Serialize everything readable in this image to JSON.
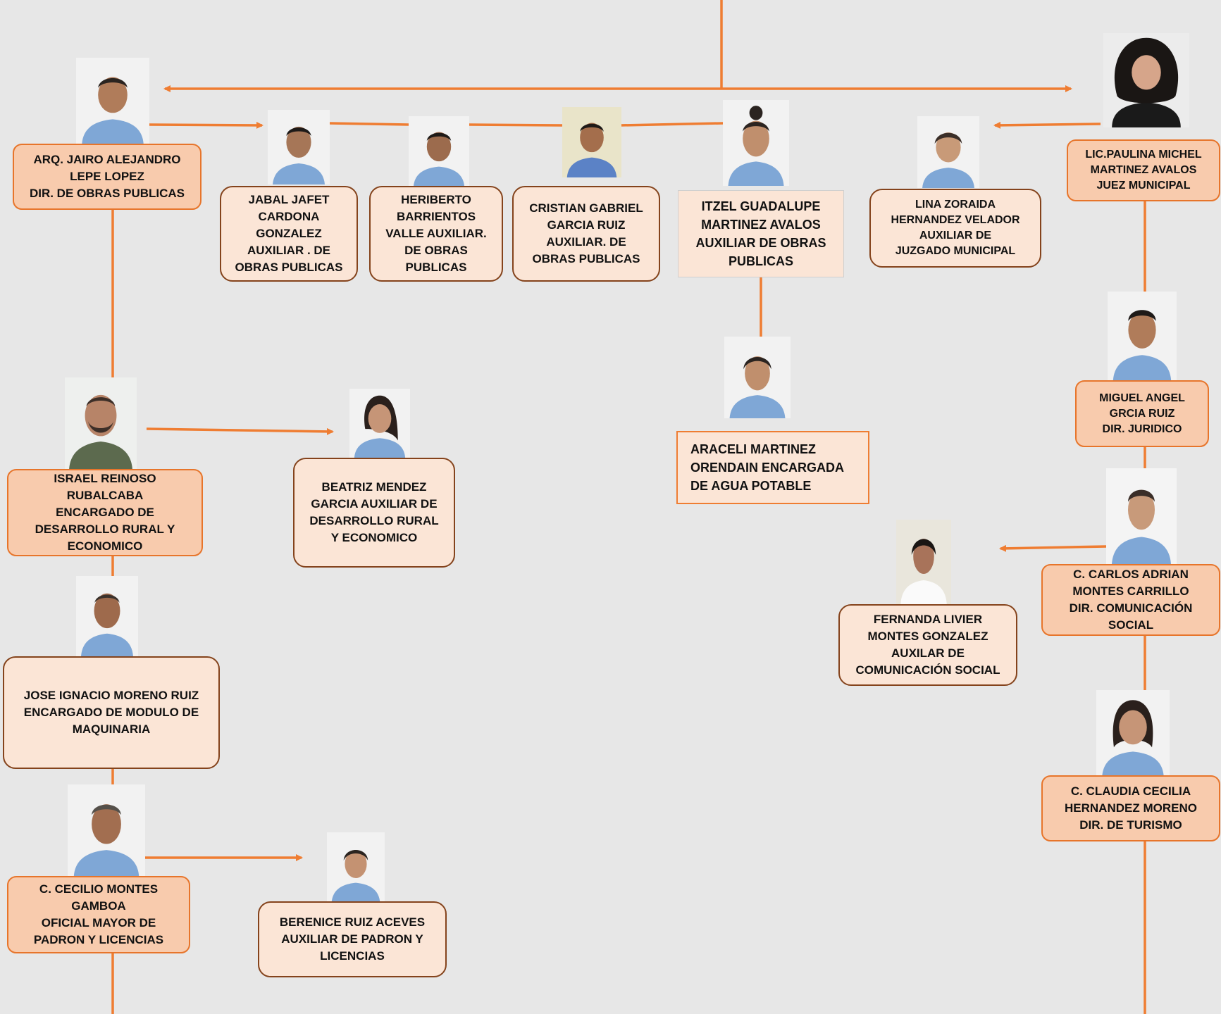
{
  "colors": {
    "connector": "#ef7d32",
    "box_fill_strong": "#f8cbad",
    "box_fill_light": "#fbe5d6",
    "box_border_orange": "#e7752b",
    "box_border_brown": "#84431c",
    "background": "#e7e7e7"
  },
  "people": {
    "jairo": {
      "label": "ARQ. JAIRO ALEJANDRO\nLEPE LOPEZ\nDIR. DE OBRAS PUBLICAS",
      "photo_icon": "person-photo-icon"
    },
    "jabal": {
      "label": "JABAL JAFET\nCARDONA\nGONZALEZ\nAUXILIAR . DE\nOBRAS PUBLICAS",
      "photo_icon": "person-photo-icon"
    },
    "heriberto": {
      "label": "HERIBERTO\nBARRIENTOS\nVALLE AUXILIAR.\nDE OBRAS\nPUBLICAS",
      "photo_icon": "person-photo-icon"
    },
    "cristian": {
      "label": "CRISTIAN GABRIEL\nGARCIA RUIZ\nAUXILIAR. DE\nOBRAS PUBLICAS",
      "photo_icon": "person-photo-icon"
    },
    "itzel": {
      "label": "ITZEL GUADALUPE\nMARTINEZ AVALOS\nAUXILIAR DE OBRAS\nPUBLICAS",
      "photo_icon": "person-photo-icon"
    },
    "lina": {
      "label": "LINA ZORAIDA\nHERNANDEZ VELADOR\nAUXILIAR DE\nJUZGADO MUNICIPAL",
      "photo_icon": "person-photo-icon"
    },
    "paulina": {
      "label": "LIC.PAULINA MICHEL\nMARTINEZ AVALOS\nJUEZ MUNICIPAL",
      "photo_icon": "person-photo-icon"
    },
    "israel": {
      "label": "ISRAEL REINOSO\nRUBALCABA\nENCARGADO DE\nDESARROLLO RURAL Y\nECONOMICO",
      "photo_icon": "person-photo-icon"
    },
    "beatriz": {
      "label": "BEATRIZ MENDEZ\nGARCIA AUXILIAR DE\nDESARROLLO RURAL\nY ECONOMICO",
      "photo_icon": "person-photo-icon"
    },
    "araceli": {
      "label": "ARACELI MARTINEZ\nORENDAIN ENCARGADA\nDE AGUA POTABLE",
      "photo_icon": "person-photo-icon"
    },
    "miguel": {
      "label": "MIGUEL ANGEL\nGRCIA RUIZ\nDIR. JURIDICO",
      "photo_icon": "person-photo-icon"
    },
    "carlos": {
      "label": "C. CARLOS ADRIAN\nMONTES CARRILLO\nDIR. COMUNICACIÓN\nSOCIAL",
      "photo_icon": "person-photo-icon"
    },
    "fernanda": {
      "label": "FERNANDA LIVIER\nMONTES GONZALEZ\nAUXILAR DE\nCOMUNICACIÓN SOCIAL",
      "photo_icon": "person-photo-icon"
    },
    "jose": {
      "label": "JOSE IGNACIO MORENO RUIZ\nENCARGADO DE MODULO DE\nMAQUINARIA",
      "photo_icon": "person-photo-icon"
    },
    "claudia": {
      "label": "C. CLAUDIA CECILIA\nHERNANDEZ MORENO\nDIR. DE TURISMO",
      "photo_icon": "person-photo-icon"
    },
    "cecilio": {
      "label": "C. CECILIO MONTES\nGAMBOA\nOFICIAL MAYOR DE\nPADRON Y LICENCIAS",
      "photo_icon": "person-photo-icon"
    },
    "berenice": {
      "label": "BERENICE RUIZ ACEVES\nAUXILIAR DE PADRON Y\nLICENCIAS",
      "photo_icon": "person-photo-icon"
    }
  }
}
